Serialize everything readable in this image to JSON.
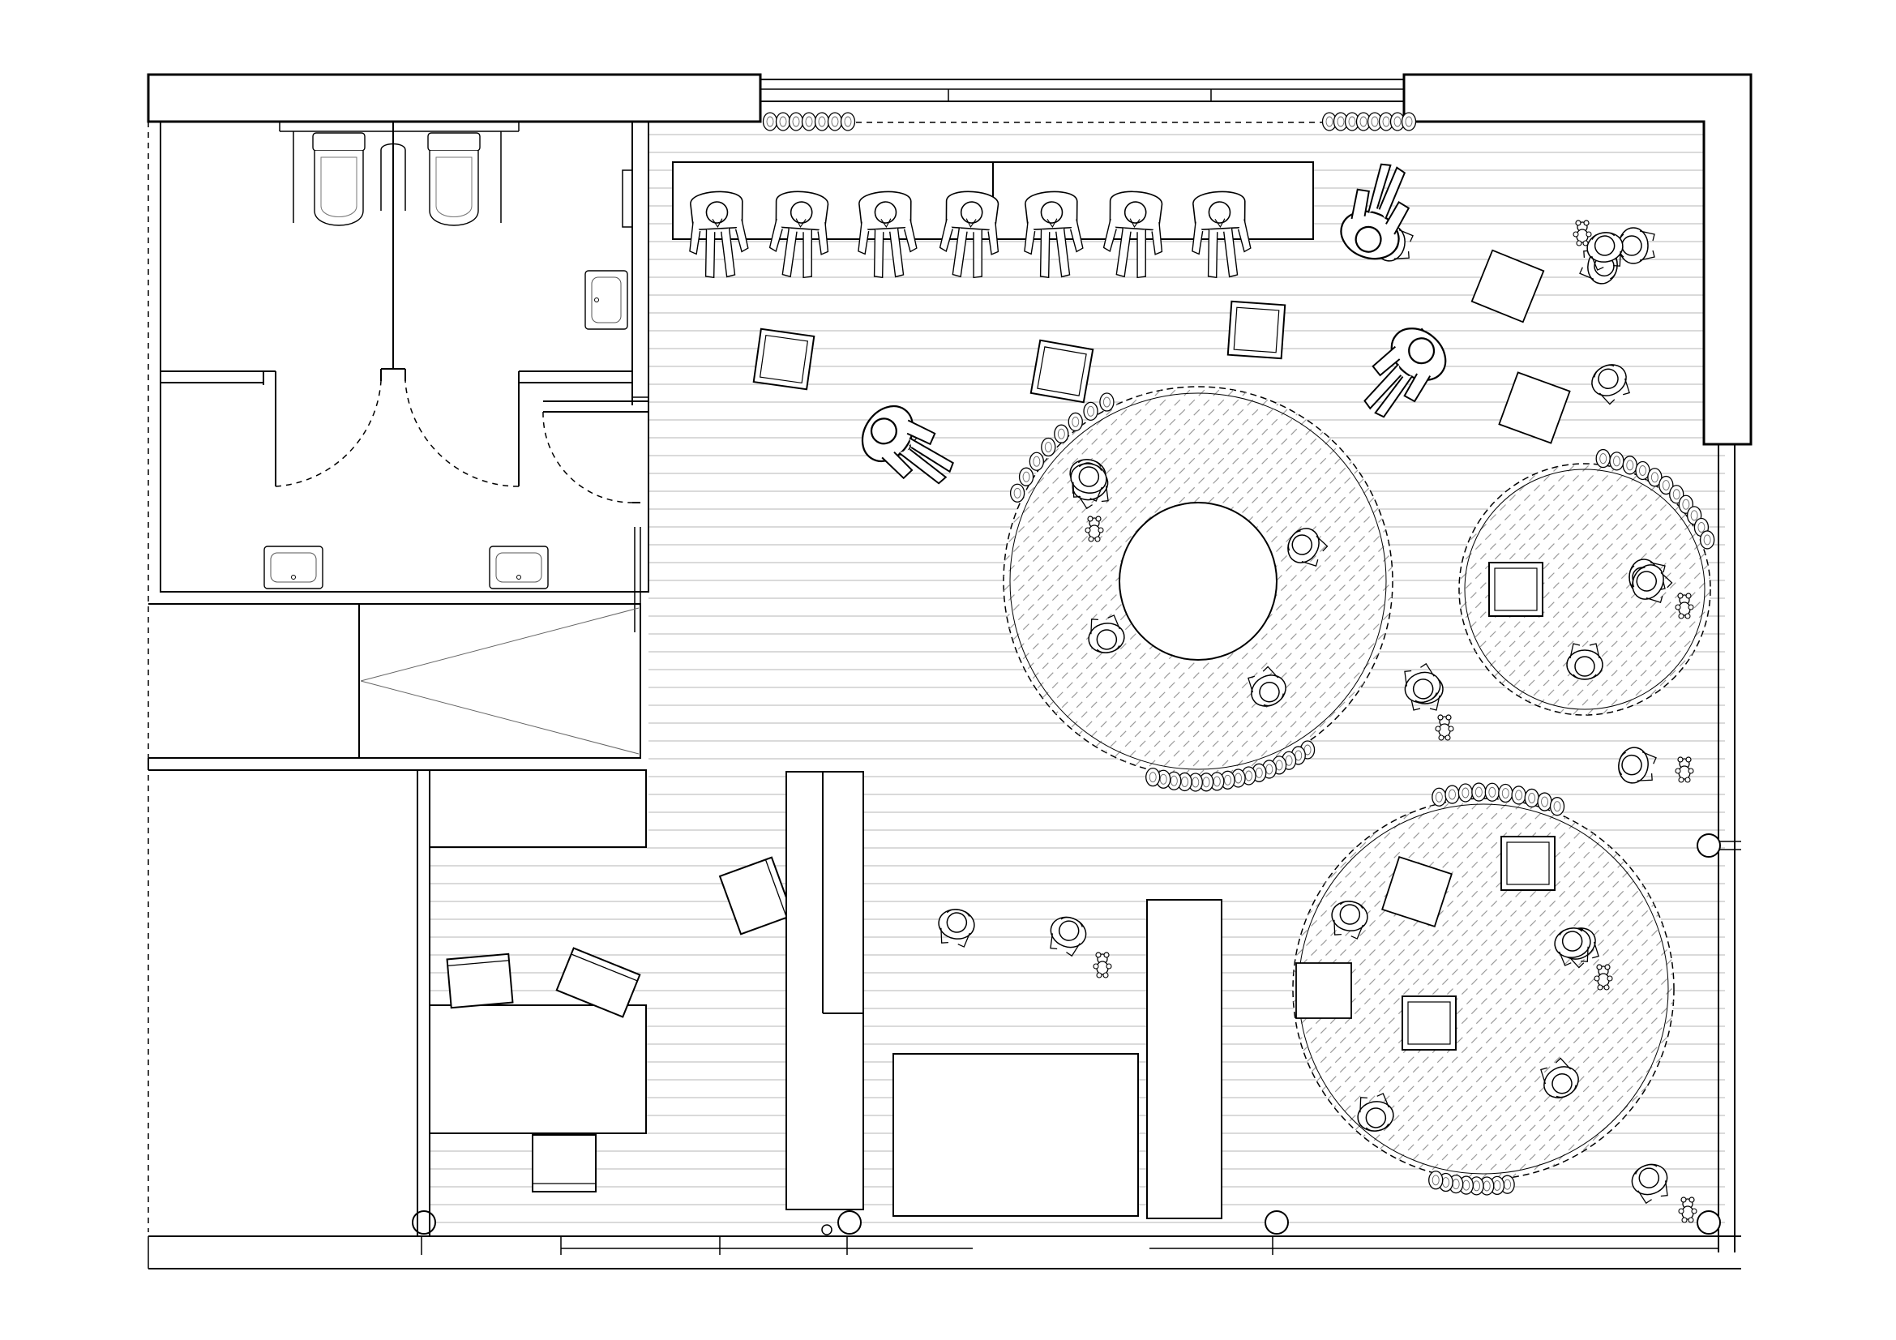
{
  "title": "",
  "labels": [],
  "rugs": [
    {
      "name": "large-ring-rug",
      "has_center_table": true
    },
    {
      "name": "small-round-rug",
      "has_center_table": false
    },
    {
      "name": "lower-round-rug",
      "has_center_table": false
    }
  ],
  "colors": {
    "line": "#000000",
    "floor_boards": "#b4b4b4",
    "rug_hatch": "#9a9a9a",
    "background": "#ffffff"
  },
  "icons": [
    "toilet-icon",
    "sink-icon",
    "person-topview-icon",
    "child-with-teddy-icon",
    "stool-icon",
    "column-icon"
  ]
}
